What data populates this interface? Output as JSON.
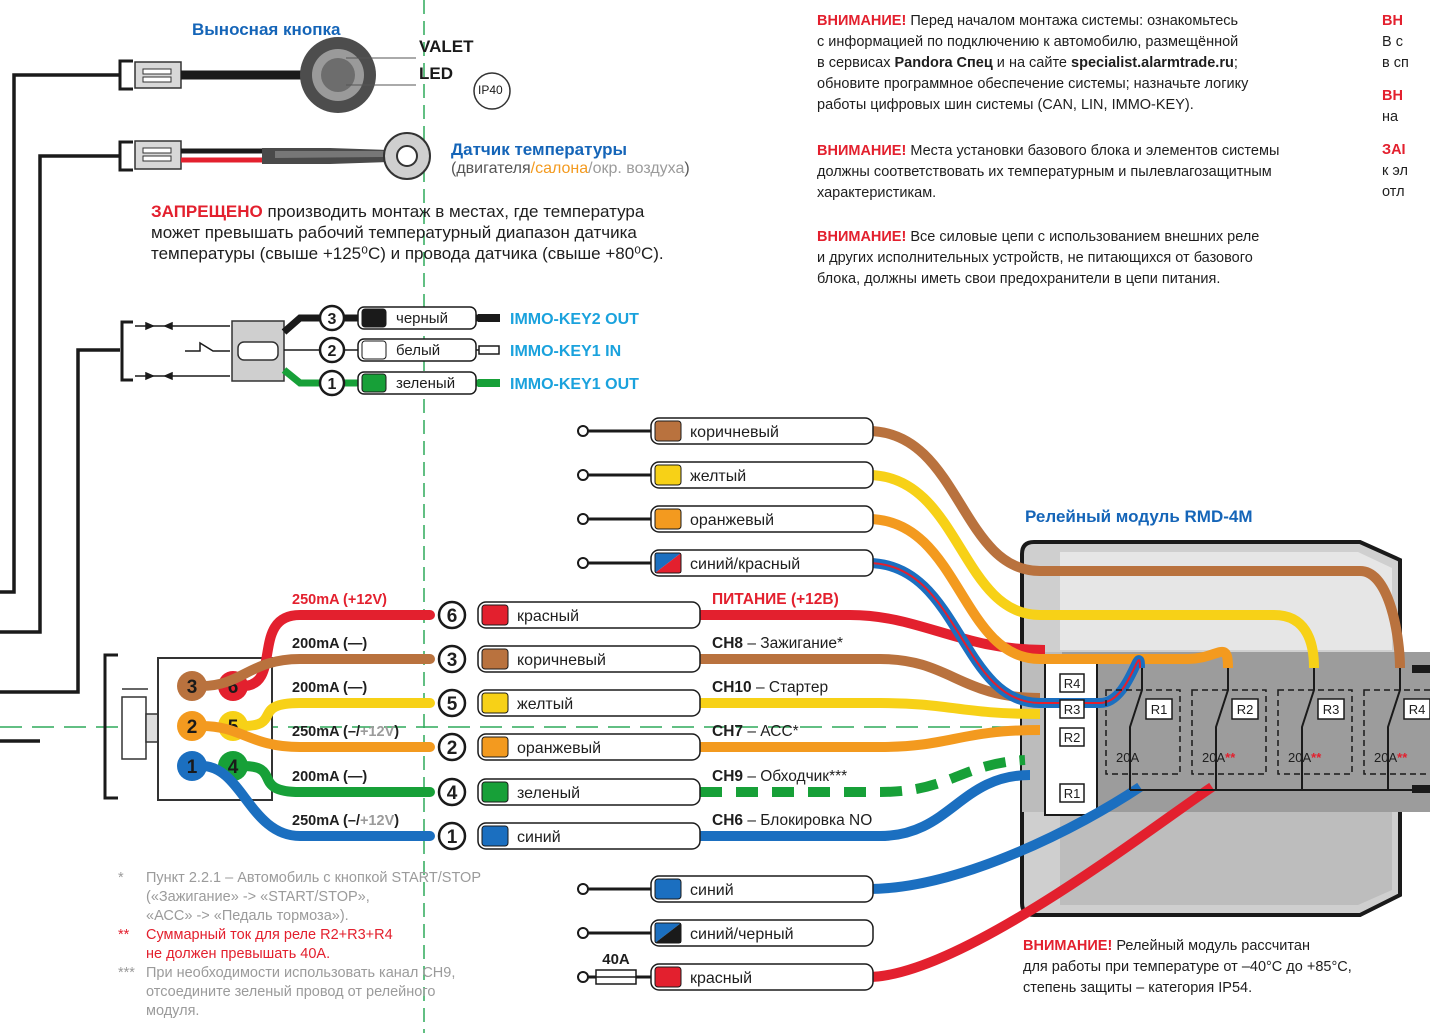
{
  "remote_button": {
    "title": "Выносная кнопка",
    "valet": "VALET",
    "led": "LED",
    "ip_badge": "IP40"
  },
  "temp_sensor": {
    "title": "Датчик температуры",
    "paren_open": "(",
    "opt_engine": "двигателя",
    "slash1": "/",
    "opt_cabin": "салона",
    "slash2": "/",
    "opt_air": "окр. воздуха",
    "paren_close": ")"
  },
  "forbidden": {
    "word": "ЗАПРЕЩЕНО",
    "line1": " производить монтаж в местах, где температура",
    "line2": "может превышать рабочий температурный диапазон датчика",
    "line3": "температуры (свыше +125⁰С) и провода датчика (свыше +80⁰С)."
  },
  "immo": [
    {
      "num": "3",
      "color_name": "черный",
      "color": "#1a1a1a",
      "signal": "IMMO-KEY2 OUT"
    },
    {
      "num": "2",
      "color_name": "белый",
      "color": "#ffffff",
      "signal": "IMMO-KEY1 IN"
    },
    {
      "num": "1",
      "color_name": "зеленый",
      "color": "#17a038",
      "signal": "IMMO-KEY1 OUT"
    }
  ],
  "warnings_top": {
    "w1_head": "ВНИМАНИЕ!",
    "w1_l1": " Перед началом монтажа системы: ознакомьтесь",
    "w1_l2": "с информацией по подключению к автомобилю, размещённой",
    "w1_l3a": "в сервисах ",
    "w1_l3b": "Pandora Спец",
    "w1_l3c": " и на сайте ",
    "w1_l3d": "specialist.alarmtrade.ru",
    "w1_l3e": ";",
    "w1_l4": "обновите программное обеспечение системы; назначьте логику",
    "w1_l5": "работы цифровых шин системы (CAN, LIN, IMMO-KEY).",
    "w2_head": "ВНИМАНИЕ!",
    "w2_l1": " Места установки базового блока и элементов системы",
    "w2_l2": "должны соответствовать их температурным и пылевлагозащитным",
    "w2_l3": "характеристикам.",
    "w3_head": "ВНИМАНИЕ!",
    "w3_l1": " Все силовые цепи с использованием внешних реле",
    "w3_l2": "и других исполнительных устройств, не питающихся от базового",
    "w3_l3": "блока, должны иметь свои предохранители в цепи питания."
  },
  "right_cut": {
    "l1": "ВН",
    "l2": "В с",
    "l3": "в сп",
    "l4": "ВН",
    "l5": "на",
    "l6": "ЗАІ",
    "l7": "к эл",
    "l8": "отл"
  },
  "relay_module": {
    "title": "Релейный модуль RMD-4M",
    "connector_pins": [
      "R4",
      "R3",
      "R2",
      "R1"
    ],
    "relays": [
      {
        "label": "R1",
        "current": "20A",
        "mark": ""
      },
      {
        "label": "R2",
        "current": "20A",
        "mark": "**"
      },
      {
        "label": "R3",
        "current": "20A",
        "mark": "**"
      },
      {
        "label": "R4",
        "current": "20A",
        "mark": "**"
      }
    ],
    "top_wires": [
      {
        "name": "коричневый",
        "color": "#b9723e"
      },
      {
        "name": "желтый",
        "color": "#f7d117"
      },
      {
        "name": "оранжевый",
        "color": "#f39a1f"
      },
      {
        "name": "синий/красный",
        "color": "#1b6fc0",
        "stripe": "#e3202e"
      }
    ],
    "bottom_wires": [
      {
        "name": "синий",
        "color": "#1b6fc0"
      },
      {
        "name": "синий/черный",
        "color": "#1b6fc0",
        "stripe": "#1a1a1a"
      },
      {
        "name": "красный",
        "color": "#e3202e",
        "fuse": "40A"
      }
    ],
    "warning_head": "ВНИМАНИЕ!",
    "warning_l1": " Релейный модуль рассчитан",
    "warning_l2": "для работы при температуре от –40°С до +85°С,",
    "warning_l3": "степень защиты – категория IP54."
  },
  "main_harness": [
    {
      "num": "6",
      "name": "красный",
      "current": "250mA (+12V)",
      "color": "#e3202e",
      "ch": "ПИТАНИЕ (+12В)",
      "ch_desc": ""
    },
    {
      "num": "3",
      "name": "коричневый",
      "current": "200mA (—)",
      "color": "#b9723e",
      "ch": "CH8",
      "ch_desc": " – Зажигание*"
    },
    {
      "num": "5",
      "name": "желтый",
      "current": "200mA (—)",
      "color": "#f7d117",
      "ch": "CH10",
      "ch_desc": " – Стартер"
    },
    {
      "num": "2",
      "name": "оранжевый",
      "current_a": "250mA (–/",
      "current_b": "+12V",
      "current_c": ")",
      "color": "#f39a1f",
      "ch": "CH7",
      "ch_desc": " – АСС*"
    },
    {
      "num": "4",
      "name": "зеленый",
      "current": "200mA (—)",
      "color": "#17a038",
      "ch": "CH9",
      "ch_desc": " – Обходчик***"
    },
    {
      "num": "1",
      "name": "синий",
      "current_a": "250mA (–/",
      "current_b": "+12V",
      "current_c": ")",
      "color": "#1b6fc0",
      "ch": "CH6",
      "ch_desc": " – Блокировка NO"
    }
  ],
  "connector_pins": [
    {
      "num": "3",
      "color": "#b9723e"
    },
    {
      "num": "6",
      "color": "#e3202e"
    },
    {
      "num": "2",
      "color": "#f39a1f"
    },
    {
      "num": "5",
      "color": "#f7d117"
    },
    {
      "num": "1",
      "color": "#1b6fc0"
    },
    {
      "num": "4",
      "color": "#17a038"
    }
  ],
  "footnotes": {
    "n1_mark": "*",
    "n1_l1": "Пункт 2.2.1 – Автомобиль с кнопкой START/STOP",
    "n1_l2": "(«Зажигание» -> «START/STOP»,",
    "n1_l3": "«АСС» -> «Педаль тормоза»).",
    "n2_mark": "**",
    "n2_l1": "Суммарный ток для реле R2+R3+R4",
    "n2_l2": "не должен превышать 40А.",
    "n3_mark": "***",
    "n3_l1": "При необходимости использовать канал CH9,",
    "n3_l2": "отсоедините зеленый провод от релейного",
    "n3_l3": "модуля."
  }
}
